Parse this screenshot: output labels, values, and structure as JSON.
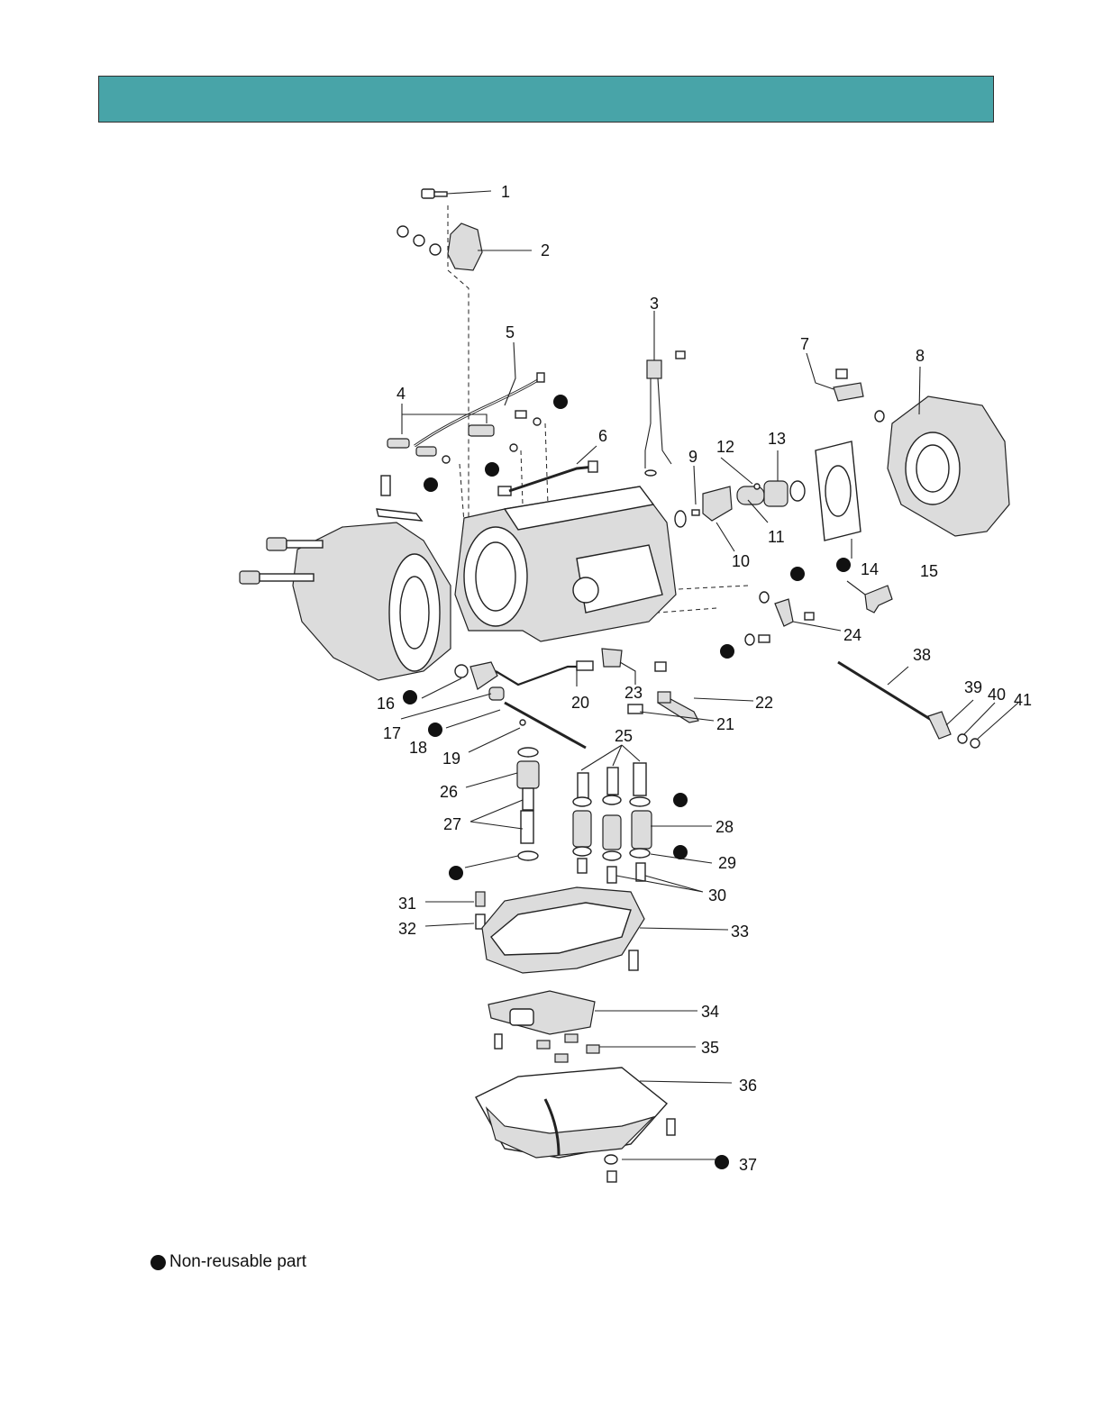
{
  "header": {
    "title": ""
  },
  "legend": {
    "text": "Non-reusable part",
    "marker_color": "#111111"
  },
  "colors": {
    "header_bar": "#48a4a8",
    "ink": "#111111"
  },
  "callouts": [
    {
      "id": "1",
      "text": "1"
    },
    {
      "id": "2",
      "text": "2"
    },
    {
      "id": "3",
      "text": "3"
    },
    {
      "id": "4",
      "text": "4"
    },
    {
      "id": "5",
      "text": "5"
    },
    {
      "id": "6",
      "text": "6"
    },
    {
      "id": "7",
      "text": "7"
    },
    {
      "id": "8",
      "text": "8"
    },
    {
      "id": "9",
      "text": "9"
    },
    {
      "id": "10",
      "text": "10"
    },
    {
      "id": "11",
      "text": "11"
    },
    {
      "id": "12",
      "text": "12"
    },
    {
      "id": "13",
      "text": "13"
    },
    {
      "id": "14",
      "text": "14"
    },
    {
      "id": "15",
      "text": "15"
    },
    {
      "id": "16",
      "text": "16"
    },
    {
      "id": "17",
      "text": "17"
    },
    {
      "id": "18",
      "text": "18"
    },
    {
      "id": "19",
      "text": "19"
    },
    {
      "id": "20",
      "text": "20"
    },
    {
      "id": "21",
      "text": "21"
    },
    {
      "id": "22",
      "text": "22"
    },
    {
      "id": "23",
      "text": "23"
    },
    {
      "id": "24",
      "text": "24"
    },
    {
      "id": "25",
      "text": "25"
    },
    {
      "id": "26",
      "text": "26"
    },
    {
      "id": "27",
      "text": "27"
    },
    {
      "id": "28",
      "text": "28"
    },
    {
      "id": "29",
      "text": "29"
    },
    {
      "id": "30",
      "text": "30"
    },
    {
      "id": "31",
      "text": "31"
    },
    {
      "id": "32",
      "text": "32"
    },
    {
      "id": "33",
      "text": "33"
    },
    {
      "id": "34",
      "text": "34"
    },
    {
      "id": "35",
      "text": "35"
    },
    {
      "id": "36",
      "text": "36"
    },
    {
      "id": "37",
      "text": "37"
    },
    {
      "id": "38",
      "text": "38"
    },
    {
      "id": "39",
      "text": "39"
    },
    {
      "id": "40",
      "text": "40"
    },
    {
      "id": "41",
      "text": "41"
    }
  ]
}
